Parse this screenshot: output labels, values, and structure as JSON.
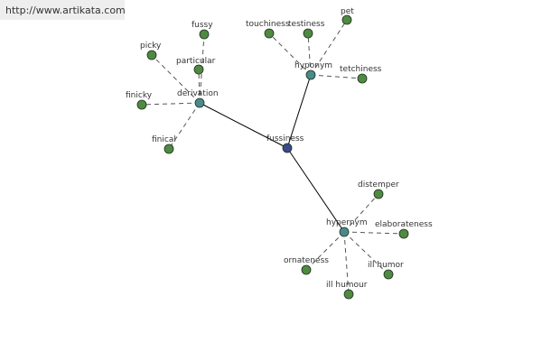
{
  "banner": {
    "url": "http://www.artikata.com"
  },
  "colors": {
    "root": "#3a4a8a",
    "hub": "#4b8a8a",
    "leaf": "#4f8a42",
    "solid_edge": "#000000",
    "dashed_edge": "#555555",
    "node_outline": "#1e2e1e"
  },
  "graph": {
    "root": {
      "id": "fussiness",
      "label": "fussiness"
    },
    "hubs": [
      {
        "id": "derivation",
        "label": "derivation"
      },
      {
        "id": "hyponym",
        "label": "hyponym"
      },
      {
        "id": "hypernym",
        "label": "hypernym"
      }
    ],
    "leaves": [
      {
        "id": "fussy",
        "label": "fussy",
        "hub": "derivation"
      },
      {
        "id": "picky",
        "label": "picky",
        "hub": "derivation"
      },
      {
        "id": "particular",
        "label": "particular",
        "hub": "derivation"
      },
      {
        "id": "finicky",
        "label": "finicky",
        "hub": "derivation"
      },
      {
        "id": "finical",
        "label": "finical",
        "hub": "derivation"
      },
      {
        "id": "touchiness",
        "label": "touchiness",
        "hub": "hyponym"
      },
      {
        "id": "testiness",
        "label": "testiness",
        "hub": "hyponym"
      },
      {
        "id": "pet",
        "label": "pet",
        "hub": "hyponym"
      },
      {
        "id": "tetchiness",
        "label": "tetchiness",
        "hub": "hyponym"
      },
      {
        "id": "distemper",
        "label": "distemper",
        "hub": "hypernym"
      },
      {
        "id": "elaborateness",
        "label": "elaborateness",
        "hub": "hypernym"
      },
      {
        "id": "ornateness",
        "label": "ornateness",
        "hub": "hypernym"
      },
      {
        "id": "ill-humor",
        "label": "ill humor",
        "hub": "hypernym"
      },
      {
        "id": "ill-humour",
        "label": "ill humour",
        "hub": "hypernym"
      }
    ]
  }
}
